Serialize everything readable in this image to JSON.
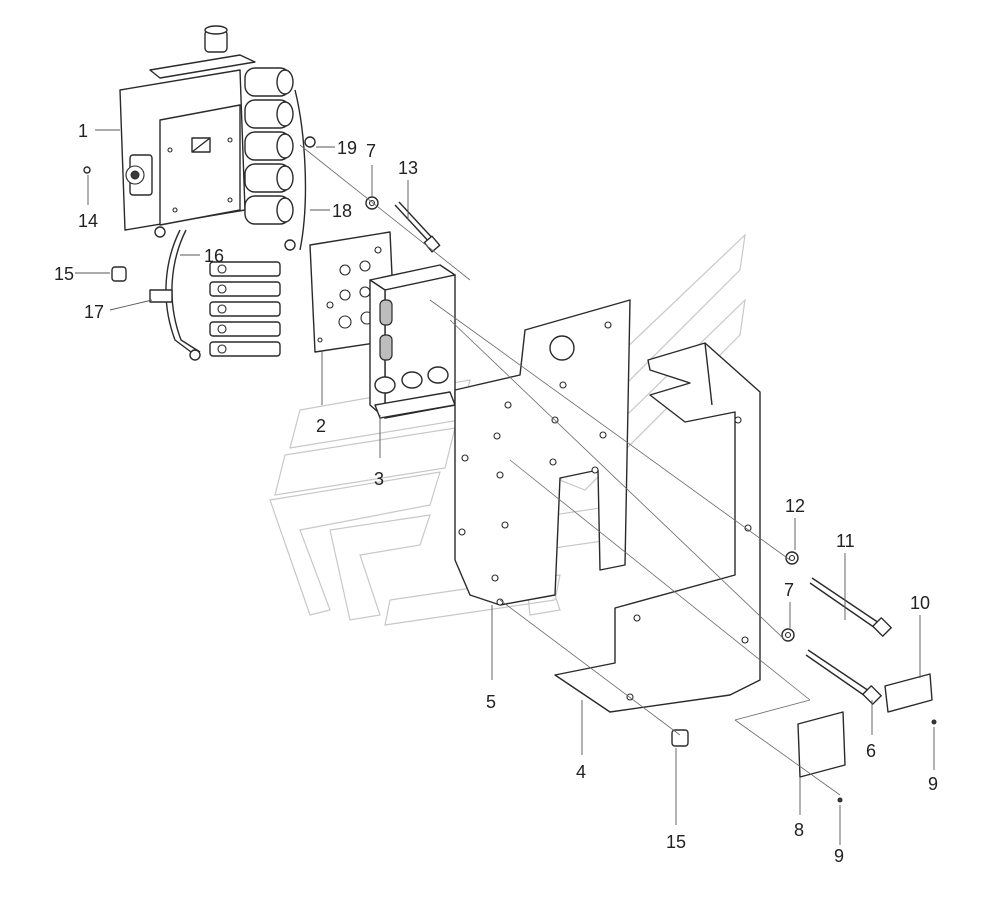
{
  "callouts": [
    {
      "id": "1",
      "label": "1"
    },
    {
      "id": "2",
      "label": "2"
    },
    {
      "id": "3",
      "label": "3"
    },
    {
      "id": "4",
      "label": "4"
    },
    {
      "id": "5",
      "label": "5"
    },
    {
      "id": "6",
      "label": "6"
    },
    {
      "id": "7a",
      "label": "7"
    },
    {
      "id": "7b",
      "label": "7"
    },
    {
      "id": "8",
      "label": "8"
    },
    {
      "id": "9a",
      "label": "9"
    },
    {
      "id": "9b",
      "label": "9"
    },
    {
      "id": "10",
      "label": "10"
    },
    {
      "id": "11",
      "label": "11"
    },
    {
      "id": "12",
      "label": "12"
    },
    {
      "id": "13",
      "label": "13"
    },
    {
      "id": "14",
      "label": "14"
    },
    {
      "id": "15a",
      "label": "15"
    },
    {
      "id": "15b",
      "label": "15"
    },
    {
      "id": "16",
      "label": "16"
    },
    {
      "id": "17",
      "label": "17"
    },
    {
      "id": "18",
      "label": "18"
    },
    {
      "id": "19",
      "label": "19"
    }
  ],
  "colors": {
    "line": "#2a2a2a",
    "watermark": "#c8c8c8",
    "background": "#ffffff"
  }
}
